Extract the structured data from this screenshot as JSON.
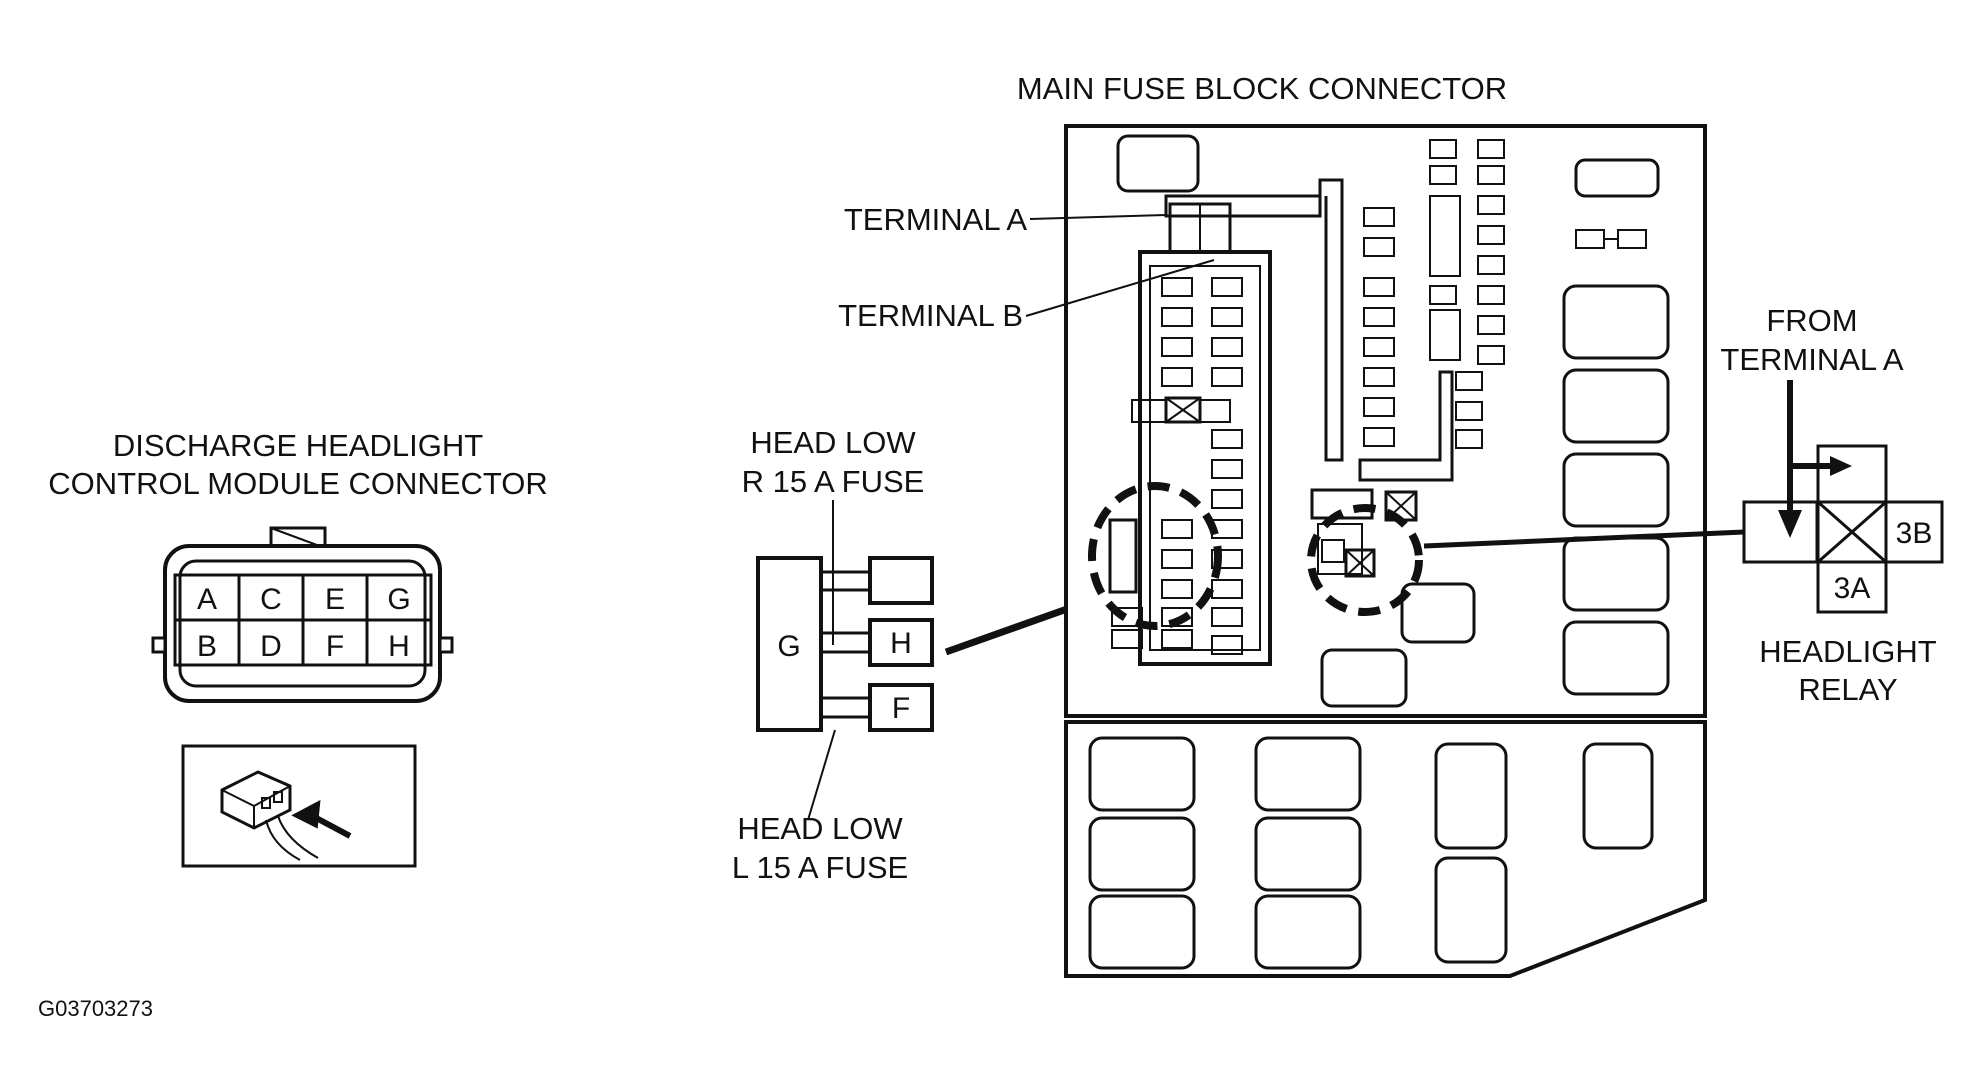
{
  "labels": {
    "main_fuse_block": "MAIN FUSE BLOCK CONNECTOR",
    "terminal_a": "TERMINAL A",
    "terminal_b": "TERMINAL B",
    "module_line1": "DISCHARGE HEADLIGHT",
    "module_line2": "CONTROL MODULE CONNECTOR",
    "head_low_r_line1": "HEAD LOW",
    "head_low_r_line2": "R 15 A FUSE",
    "head_low_l_line1": "HEAD LOW",
    "head_low_l_line2": "L 15 A FUSE",
    "from_terminal_line1": "FROM",
    "from_terminal_line2": "TERMINAL A",
    "relay_line1": "HEADLIGHT",
    "relay_line2": "RELAY",
    "figure_code": "G03703273"
  },
  "connector_pins": {
    "top": [
      "A",
      "C",
      "E",
      "G"
    ],
    "bottom": [
      "B",
      "D",
      "F",
      "H"
    ]
  },
  "fuse_detail": {
    "block": "G",
    "upper_pin": "H",
    "lower_pin": "F"
  },
  "relay_pins": {
    "right": "3B",
    "bottom": "3A"
  }
}
